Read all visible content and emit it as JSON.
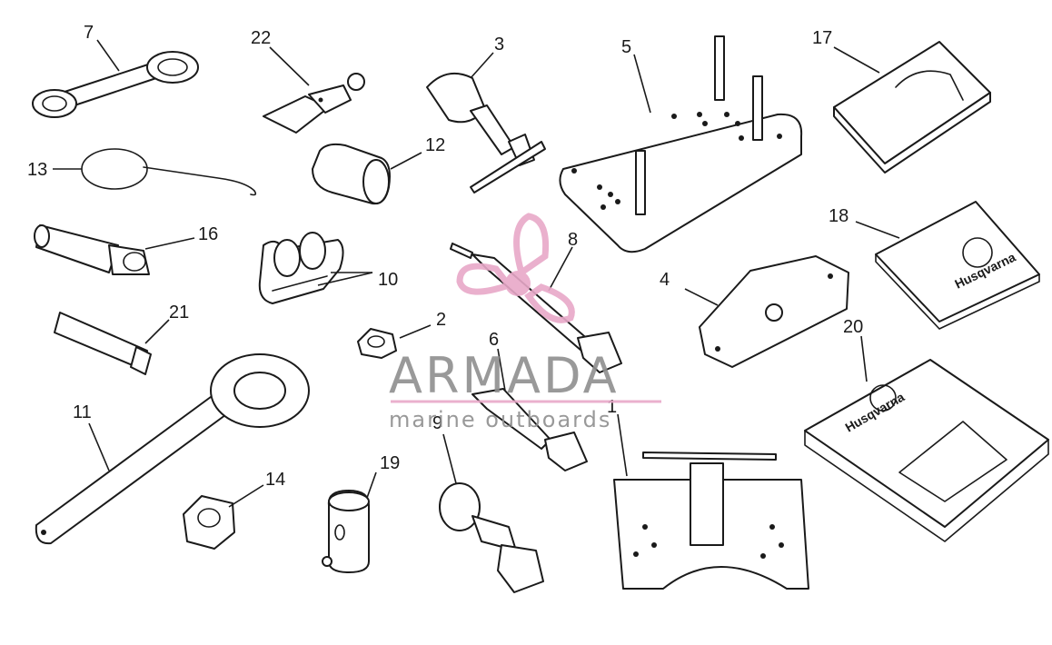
{
  "labels": {
    "n1": "1",
    "n2": "2",
    "n3": "3",
    "n4": "4",
    "n5": "5",
    "n6": "6",
    "n7": "7",
    "n8": "8",
    "n9": "9",
    "n10": "10",
    "n11": "11",
    "n12": "12",
    "n13": "13",
    "n14": "14",
    "n16": "16",
    "n17": "17",
    "n18": "18",
    "n19": "19",
    "n20": "20",
    "n21": "21",
    "n22": "22"
  },
  "watermark": {
    "title": "ARMADA",
    "subtitle": "marine outboards",
    "color": "#e8a8c8"
  },
  "books": {
    "brand_18": "Husqvarna",
    "brand_20": "Husqvarna"
  }
}
